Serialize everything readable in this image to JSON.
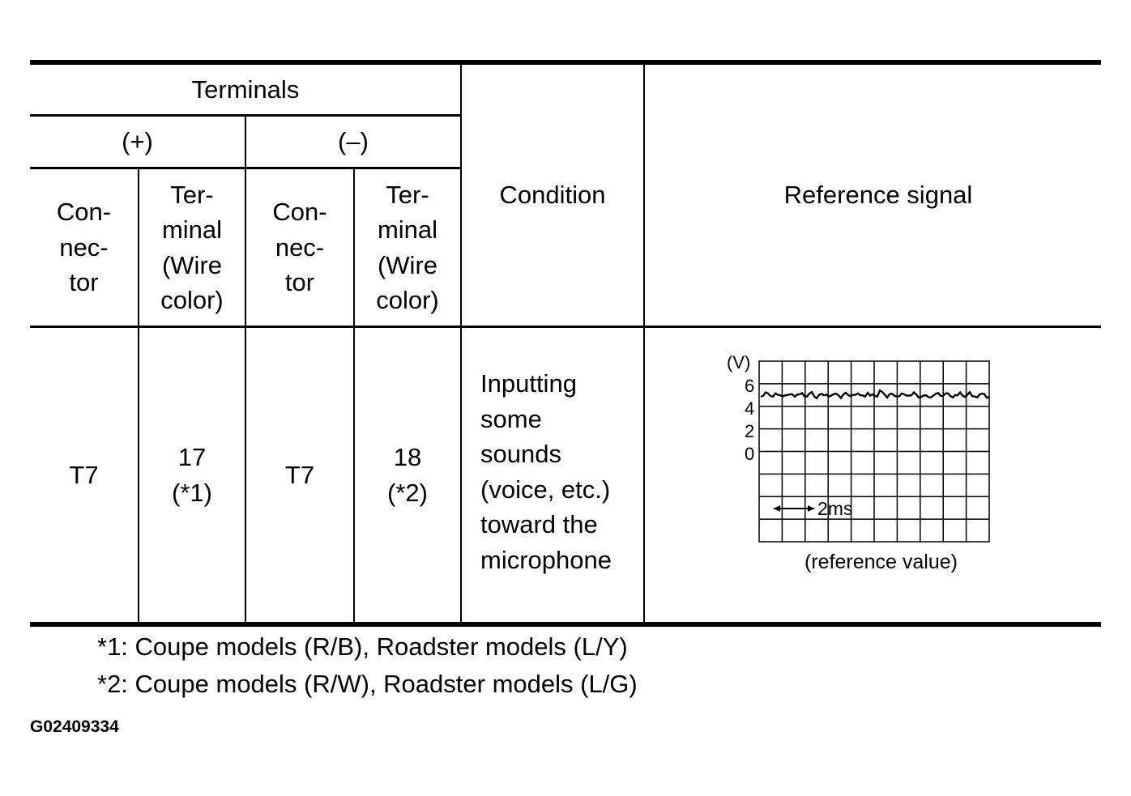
{
  "header": {
    "terminals": "Terminals",
    "plus": "(+)",
    "minus": "(–)",
    "connector": "Con-\nnec-\ntor",
    "terminal_wire": "Ter-\nminal\n(Wire\ncolor)",
    "condition": "Condition",
    "reference_signal": "Reference signal"
  },
  "row": {
    "plus_connector": "T7",
    "plus_terminal": "17\n(*1)",
    "minus_connector": "T7",
    "minus_terminal": "18\n(*2)",
    "condition": "Inputting\nsome\nsounds\n(voice, etc.)\ntoward the\nmicrophone"
  },
  "signal": {
    "unit": "(V)",
    "ticks": [
      "6",
      "4",
      "2",
      "0"
    ],
    "time_scale": "2ms",
    "caption": "(reference value)",
    "level_v": 5
  },
  "footnotes": [
    "*1: Coupe models (R/B), Roadster models (L/Y)",
    "*2: Coupe models (R/W), Roadster models (L/G)"
  ],
  "figure_id": "G02409334"
}
